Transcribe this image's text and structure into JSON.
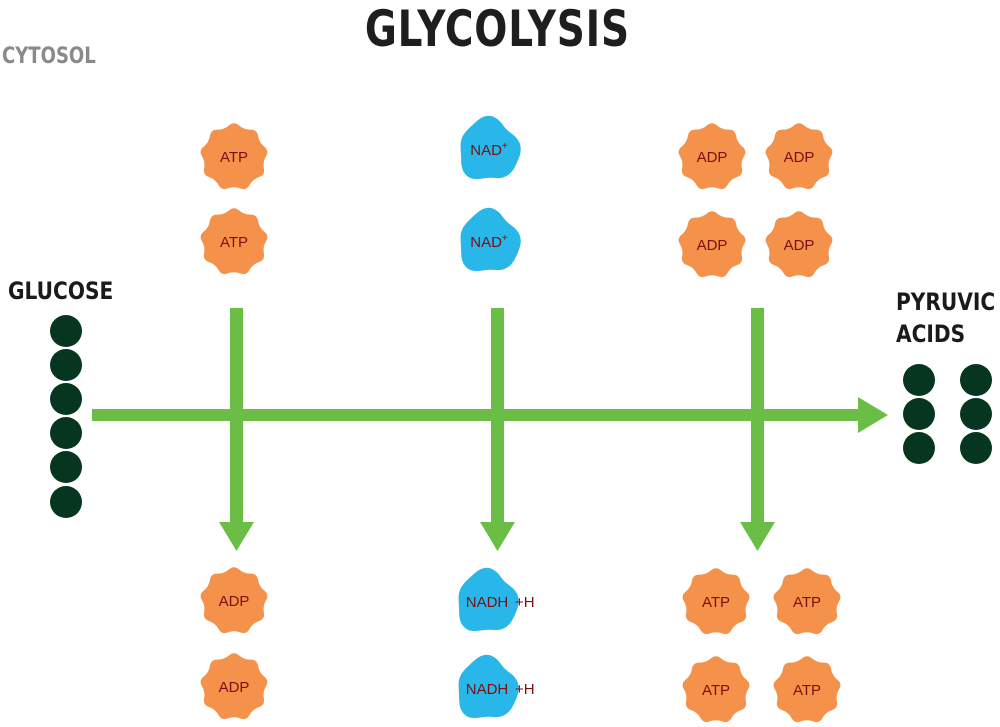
{
  "title": "GLYCOLYSIS",
  "region_label": "CYTOSOL",
  "input_label": "GLUCOSE",
  "output_label_line1": "PYRUVIC",
  "output_label_line2": "ACIDS",
  "colors": {
    "phosphate": "#f4914a",
    "nad": "#29b6e8",
    "arrow": "#6abd45",
    "carbon": "#06361f",
    "molecule_text": "#7a1010",
    "title": "#1e1e1e",
    "region": "#8a8a8a"
  },
  "molecules": {
    "atp": "ATP",
    "adp": "ADP",
    "nad_plus": "NAD",
    "nad_charge": "+",
    "nadh": "NADH",
    "proton": "+H"
  },
  "diagram": {
    "stages": [
      {
        "inputs": [
          "ATP",
          "ATP"
        ],
        "outputs": [
          "ADP",
          "ADP"
        ]
      },
      {
        "inputs": [
          "NAD+",
          "NAD+"
        ],
        "outputs": [
          "NADH +H",
          "NADH +H"
        ]
      },
      {
        "inputs": [
          "ADP",
          "ADP",
          "ADP",
          "ADP"
        ],
        "outputs": [
          "ATP",
          "ATP",
          "ATP",
          "ATP"
        ]
      }
    ],
    "glucose_carbons": 6,
    "pyruvic_acid_carbons": 6
  }
}
